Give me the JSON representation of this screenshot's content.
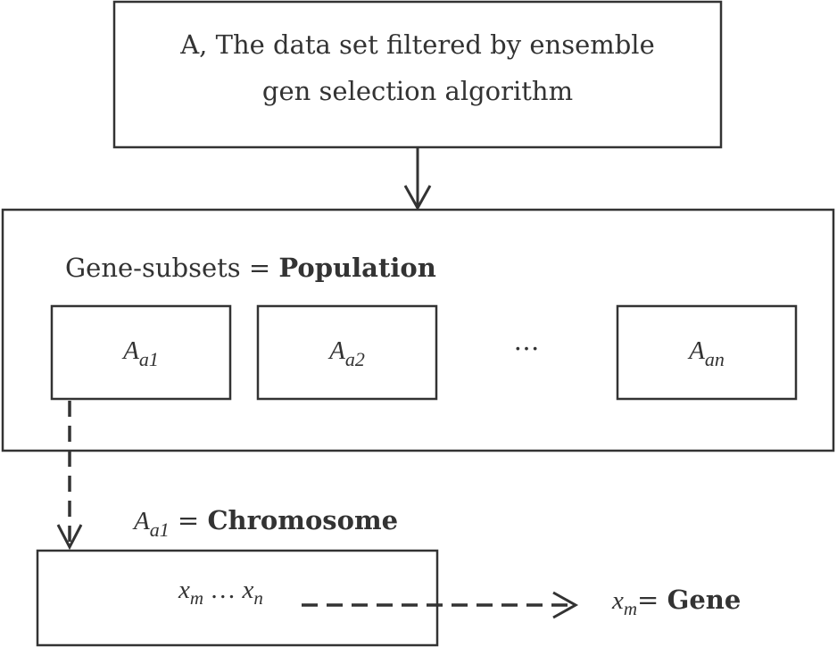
{
  "top_box": {
    "line1": "A, The data set filtered by ensemble",
    "line2": "gen selection algorithm"
  },
  "population": {
    "label_prefix": "Gene-subsets = ",
    "label_bold": "Population",
    "subsets": [
      {
        "base": "A",
        "sub": "a1"
      },
      {
        "base": "A",
        "sub": "a2"
      },
      {
        "base": "A",
        "sub": "an"
      }
    ],
    "ellipsis": "…"
  },
  "chromosome": {
    "base": "A",
    "sub": "a1",
    "eq": " = ",
    "label_bold": "Chromosome",
    "content": {
      "x1": "x",
      "s1": "m",
      "dots": " … ",
      "x2": "x",
      "s2": "n"
    }
  },
  "gene": {
    "base": "x",
    "sub": "m",
    "eq": "= ",
    "label_bold": "Gene"
  }
}
